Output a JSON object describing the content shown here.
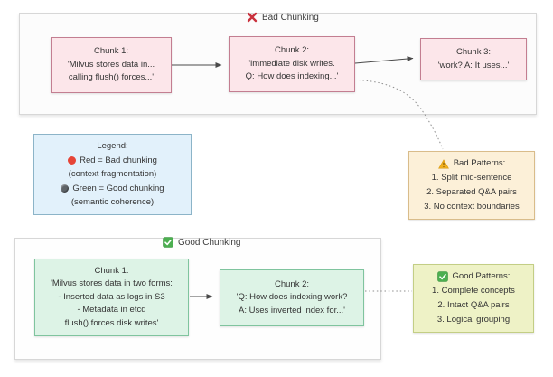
{
  "bad_section": {
    "title": "Bad Chunking",
    "chunks": [
      {
        "title": "Chunk 1:",
        "lines": [
          "'Milvus stores data in...",
          "calling flush() forces...'"
        ]
      },
      {
        "title": "Chunk 2:",
        "lines": [
          "'immediate disk writes.",
          "Q: How does indexing...'"
        ]
      },
      {
        "title": "Chunk 3:",
        "lines": [
          "'work? A: It uses...'"
        ]
      }
    ]
  },
  "legend": {
    "title": "Legend:",
    "red_label": "Red = Bad chunking",
    "red_note": "(context fragmentation)",
    "green_label": "Green = Good chunking",
    "green_note": "(semantic coherence)"
  },
  "bad_patterns": {
    "title": "Bad Patterns:",
    "items": [
      "1. Split mid-sentence",
      "2. Separated Q&A pairs",
      "3. No context boundaries"
    ]
  },
  "good_section": {
    "title": "Good Chunking",
    "chunks": [
      {
        "title": "Chunk 1:",
        "lines": [
          "'Milvus stores data in two forms:",
          "- Inserted data as logs in S3",
          "- Metadata in etcd",
          "flush() forces disk writes'"
        ]
      },
      {
        "title": "Chunk 2:",
        "lines": [
          "'Q: How does indexing work?",
          "A: Uses inverted index for...'"
        ]
      }
    ]
  },
  "good_patterns": {
    "title": "Good Patterns:",
    "items": [
      "1. Complete concepts",
      "2. Intact Q&A pairs",
      "3. Logical grouping"
    ]
  },
  "icons": {
    "bad-x-icon": "red cross ✖",
    "good-check-icon": "green checkbox ✅",
    "red-dot-icon": "red circle",
    "gray-dot-icon": "dark gray circle",
    "warning-icon": "yellow warning triangle ⚠"
  },
  "colors": {
    "bad_fill": "#fce6ea",
    "bad_border": "#c37e91",
    "good_fill": "#ddf3e6",
    "good_border": "#7fc49e",
    "legend_fill": "#e2f1fb",
    "legend_border": "#8cb4c8",
    "bad_patterns_fill": "#fcf0d8",
    "bad_patterns_border": "#d9bc8a",
    "good_patterns_fill": "#eef2c6",
    "good_patterns_border": "#c3ce85",
    "x_red": "#c9303c",
    "check_green": "#4caf50",
    "connector": "#4a4a4a",
    "dotted": "#8f8f8f"
  }
}
